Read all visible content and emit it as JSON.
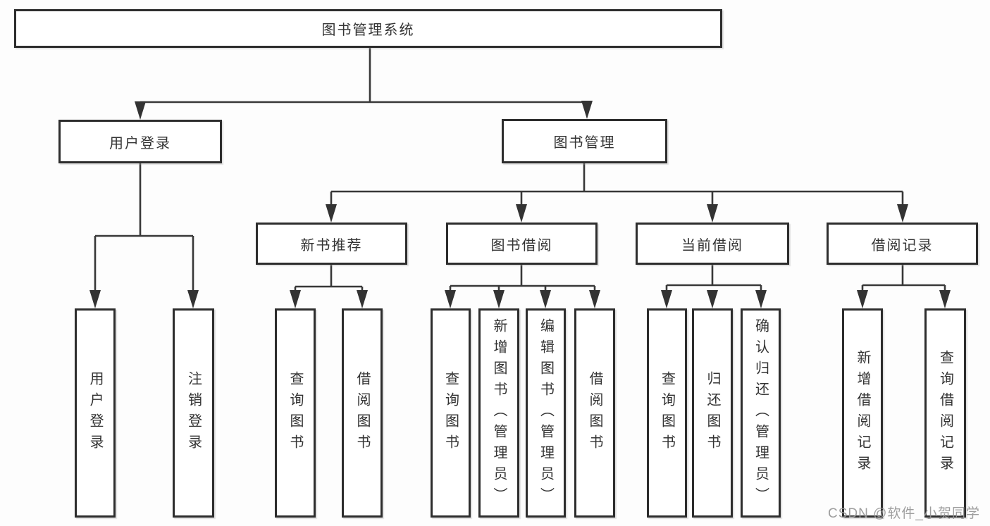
{
  "diagram_title": "图书管理系统",
  "tree": {
    "root": "图书管理系统",
    "children": [
      {
        "label": "用户登录",
        "children": [
          {
            "label": "用户登录"
          },
          {
            "label": "注销登录"
          }
        ]
      },
      {
        "label": "图书管理",
        "children": [
          {
            "label": "新书推荐",
            "children": [
              {
                "label": "查询图书"
              },
              {
                "label": "借阅图书"
              }
            ]
          },
          {
            "label": "图书借阅",
            "children": [
              {
                "label": "查询图书"
              },
              {
                "label": "新增图书（管理员）"
              },
              {
                "label": "编辑图书（管理员）"
              },
              {
                "label": "借阅图书"
              }
            ]
          },
          {
            "label": "当前借阅",
            "children": [
              {
                "label": "查询图书"
              },
              {
                "label": "归还图书"
              },
              {
                "label": "确认归还（管理员）"
              }
            ]
          },
          {
            "label": "借阅记录",
            "children": [
              {
                "label": "新增借阅记录"
              },
              {
                "label": "查询借阅记录"
              }
            ]
          }
        ]
      }
    ]
  },
  "watermark": "CSDN @软件_小贺同学",
  "colors": {
    "box_border": "#2d2d2d",
    "line": "#383838",
    "text": "#333333",
    "watermark": "#969696",
    "background": "#fdfdfd"
  }
}
